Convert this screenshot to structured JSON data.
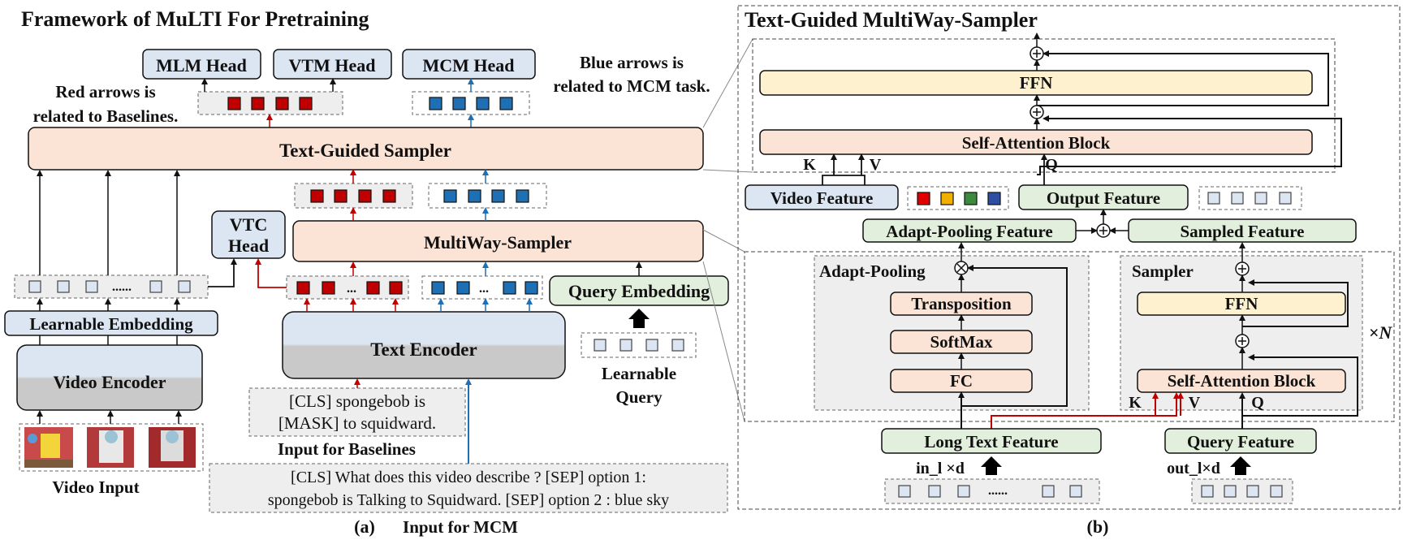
{
  "panel_a": {
    "title": "Framework of MuLTI For Pretraining",
    "heads": {
      "mlm": "MLM Head",
      "vtm": "VTM Head",
      "mcm": "MCM Head"
    },
    "note_red": [
      "Red arrows is",
      "related to Baselines."
    ],
    "note_blue": [
      "Blue arrows is",
      "related to MCM task."
    ],
    "text_guided_sampler": "Text-Guided Sampler",
    "multiway_sampler": "MultiWay-Sampler",
    "vtc_head": [
      "VTC",
      "Head"
    ],
    "query_embedding": "Query Embedding",
    "learnable_query": [
      "Learnable",
      "Query"
    ],
    "learnable_embedding": "Learnable Embedding",
    "text_encoder": "Text Encoder",
    "video_encoder": "Video Encoder",
    "baseline_input": [
      "[CLS] spongebob is",
      "[MASK] to squidward."
    ],
    "input_for_baselines": "Input for Baselines",
    "mcm_input": [
      "[CLS] What does this video describe ? [SEP] option 1:",
      "spongebob is Talking to Squidward. [SEP] option 2 : blue sky"
    ],
    "video_input": "Video Input",
    "input_for_mcm": "Input for MCM",
    "caption": "(a)",
    "video_token_dots": "......",
    "text_token_dots": "..."
  },
  "panel_b": {
    "title": "Text-Guided MultiWay-Sampler",
    "ffn": "FFN",
    "self_attention": "Self-Attention Block",
    "k": "K",
    "v": "V",
    "q": "Q",
    "video_feature": "Video Feature",
    "output_feature": "Output Feature",
    "adapt_pooling_feature": "Adapt-Pooling Feature",
    "sampled_feature": "Sampled Feature",
    "adapt_pooling": "Adapt-Pooling",
    "transposition": "Transposition",
    "softmax": "SoftMax",
    "fc": "FC",
    "sampler": "Sampler",
    "times_n": "×N",
    "long_text_feature": "Long Text Feature",
    "query_feature": "Query Feature",
    "in_dim": "in_l ×d",
    "out_dim": "out_l×d",
    "token_dots": "......",
    "caption": "(b)"
  },
  "colors": {
    "peach": "#fbe3d5",
    "blue_box": "#dce6f2",
    "green_box": "#e2efdc",
    "yellow_box": "#fdf1cf",
    "gray_enc": "#c9c9c9",
    "red": "#c00000",
    "blue": "#1f6fb5",
    "feat_red": "#e00000",
    "feat_yellow": "#f0b000",
    "feat_green": "#3c8a3c",
    "feat_blue": "#2e4fa0"
  }
}
